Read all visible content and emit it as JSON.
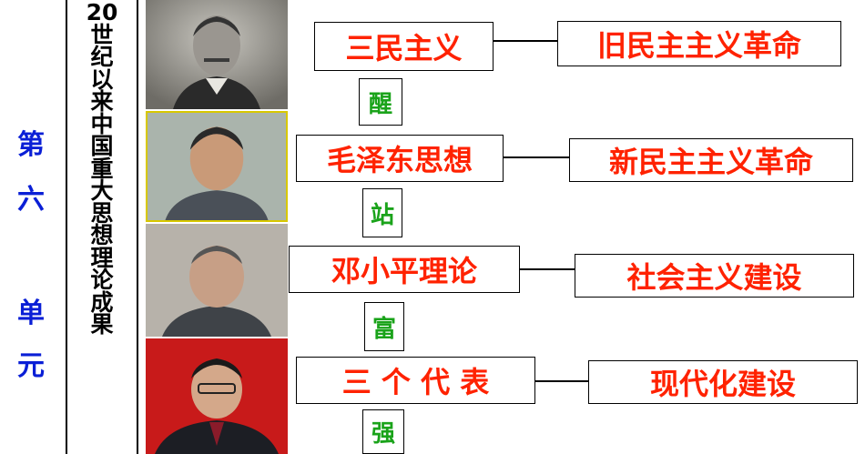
{
  "unit_label": [
    "第",
    "六",
    "单",
    "元"
  ],
  "main_title_chars": [
    "20",
    "世",
    "纪",
    "以",
    "来",
    "中",
    "国",
    "重",
    "大",
    "思",
    "想",
    "理",
    "论",
    "成",
    "果"
  ],
  "rows": [
    {
      "theory": "三民主义",
      "keyword": "醒",
      "revolution": "旧民主主义革命"
    },
    {
      "theory": "毛泽东思想",
      "keyword": "站",
      "revolution": "新民主主义革命"
    },
    {
      "theory": "邓小平理论",
      "keyword": "富",
      "revolution": "社会主义建设"
    },
    {
      "theory": "三 个 代 表",
      "keyword": "强",
      "revolution": "现代化建设"
    }
  ],
  "colors": {
    "unit_blue": "#0a1fd6",
    "theory_red": "#ff2200",
    "keyword_green": "#1aa31a",
    "photo_border_yellow": "#d8c800"
  }
}
